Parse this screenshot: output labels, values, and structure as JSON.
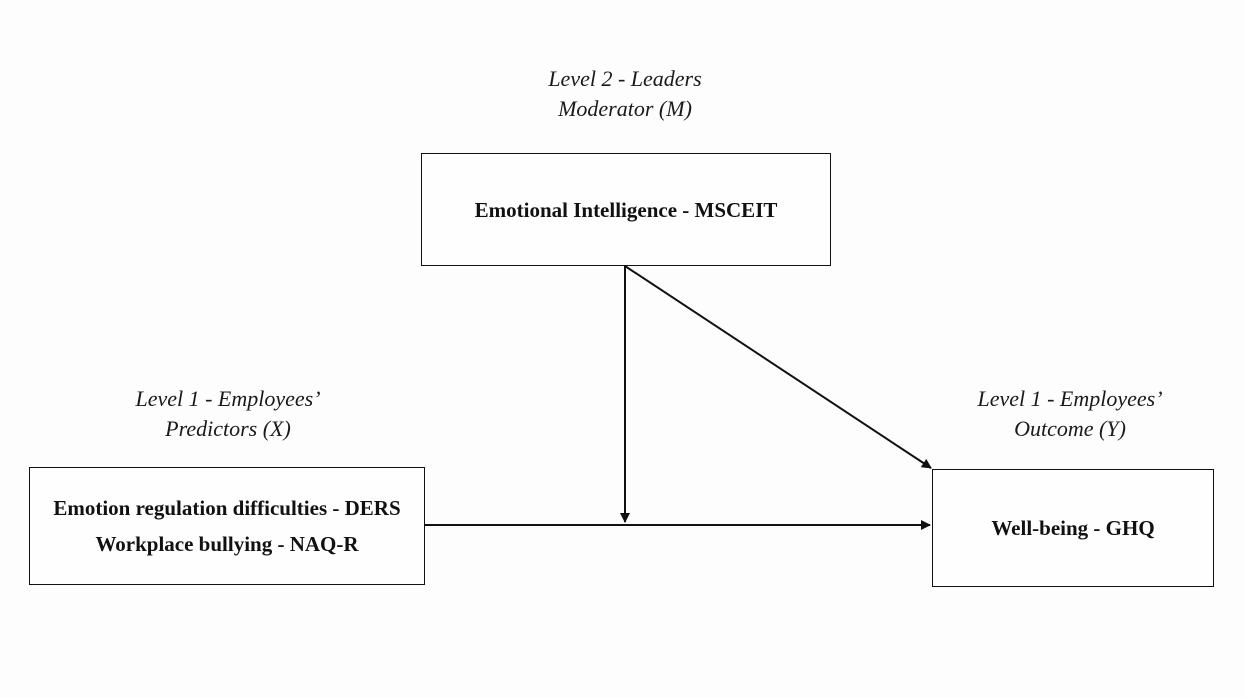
{
  "moderator": {
    "caption_line1": "Level 2 - Leaders",
    "caption_line2": "Moderator (M)",
    "box_label": "Emotional Intelligence - MSCEIT"
  },
  "predictors": {
    "caption_line1": "Level 1 - Employees’",
    "caption_line2": "Predictors (X)",
    "box_line1": "Emotion regulation difficulties - DERS",
    "box_line2": "Workplace bullying - NAQ-R"
  },
  "outcome": {
    "caption_line1": "Level 1 - Employees’",
    "caption_line2": "Outcome (Y)",
    "box_label": "Well-being - GHQ"
  }
}
